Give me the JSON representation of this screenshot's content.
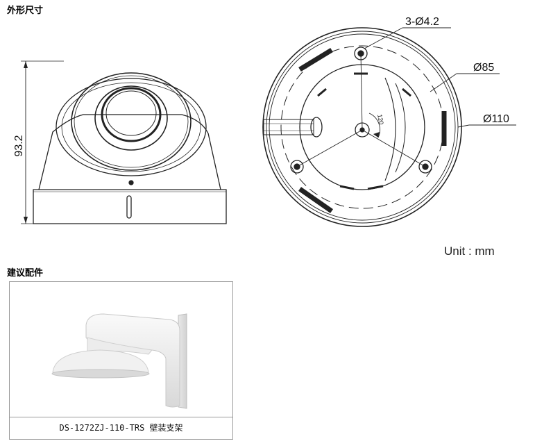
{
  "headings": {
    "dimensions": "外形尺寸",
    "accessories": "建议配件"
  },
  "side_view": {
    "height_dim": "93.2"
  },
  "bottom_view": {
    "hole_dim": "3-Ø4.2",
    "inner_dim": "Ø85",
    "outer_dim": "Ø110",
    "angle": "120"
  },
  "unit": "Unit : mm",
  "accessory": {
    "caption": "DS-1272ZJ-110-TRS 壁装支架"
  }
}
